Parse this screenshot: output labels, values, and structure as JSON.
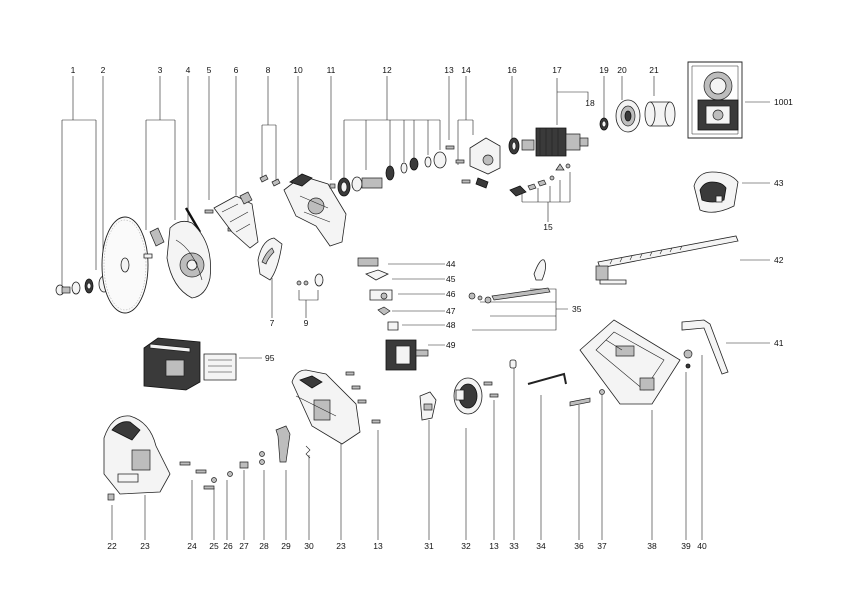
{
  "diagram": {
    "callouts": [
      {
        "id": "l1",
        "text": "1"
      },
      {
        "id": "l2",
        "text": "2"
      },
      {
        "id": "l3",
        "text": "3"
      },
      {
        "id": "l4",
        "text": "4"
      },
      {
        "id": "l5",
        "text": "5"
      },
      {
        "id": "l6",
        "text": "6"
      },
      {
        "id": "l8",
        "text": "8"
      },
      {
        "id": "l10",
        "text": "10"
      },
      {
        "id": "l11",
        "text": "11"
      },
      {
        "id": "l12",
        "text": "12"
      },
      {
        "id": "l13a",
        "text": "13"
      },
      {
        "id": "l14",
        "text": "14"
      },
      {
        "id": "l16",
        "text": "16"
      },
      {
        "id": "l17",
        "text": "17"
      },
      {
        "id": "l18",
        "text": "18"
      },
      {
        "id": "l19",
        "text": "19"
      },
      {
        "id": "l20",
        "text": "20"
      },
      {
        "id": "l21",
        "text": "21"
      },
      {
        "id": "l1001",
        "text": "1001"
      },
      {
        "id": "l43",
        "text": "43"
      },
      {
        "id": "l15",
        "text": "15"
      },
      {
        "id": "l42",
        "text": "42"
      },
      {
        "id": "l44",
        "text": "44"
      },
      {
        "id": "l45",
        "text": "45"
      },
      {
        "id": "l46",
        "text": "46"
      },
      {
        "id": "l47",
        "text": "47"
      },
      {
        "id": "l48",
        "text": "48"
      },
      {
        "id": "l49",
        "text": "49"
      },
      {
        "id": "l7",
        "text": "7"
      },
      {
        "id": "l9",
        "text": "9"
      },
      {
        "id": "l35",
        "text": "35"
      },
      {
        "id": "l41",
        "text": "41"
      },
      {
        "id": "l95",
        "text": "95"
      },
      {
        "id": "l22",
        "text": "22"
      },
      {
        "id": "l23a",
        "text": "23"
      },
      {
        "id": "l24",
        "text": "24"
      },
      {
        "id": "l25",
        "text": "25"
      },
      {
        "id": "l26",
        "text": "26"
      },
      {
        "id": "l27",
        "text": "27"
      },
      {
        "id": "l28",
        "text": "28"
      },
      {
        "id": "l29",
        "text": "29"
      },
      {
        "id": "l30",
        "text": "30"
      },
      {
        "id": "l23b",
        "text": "23"
      },
      {
        "id": "l13b",
        "text": "13"
      },
      {
        "id": "l31",
        "text": "31"
      },
      {
        "id": "l32",
        "text": "32"
      },
      {
        "id": "l13c",
        "text": "13"
      },
      {
        "id": "l33",
        "text": "33"
      },
      {
        "id": "l34",
        "text": "34"
      },
      {
        "id": "l36",
        "text": "36"
      },
      {
        "id": "l37",
        "text": "37"
      },
      {
        "id": "l38",
        "text": "38"
      },
      {
        "id": "l39",
        "text": "39"
      },
      {
        "id": "l40",
        "text": "40"
      }
    ]
  }
}
